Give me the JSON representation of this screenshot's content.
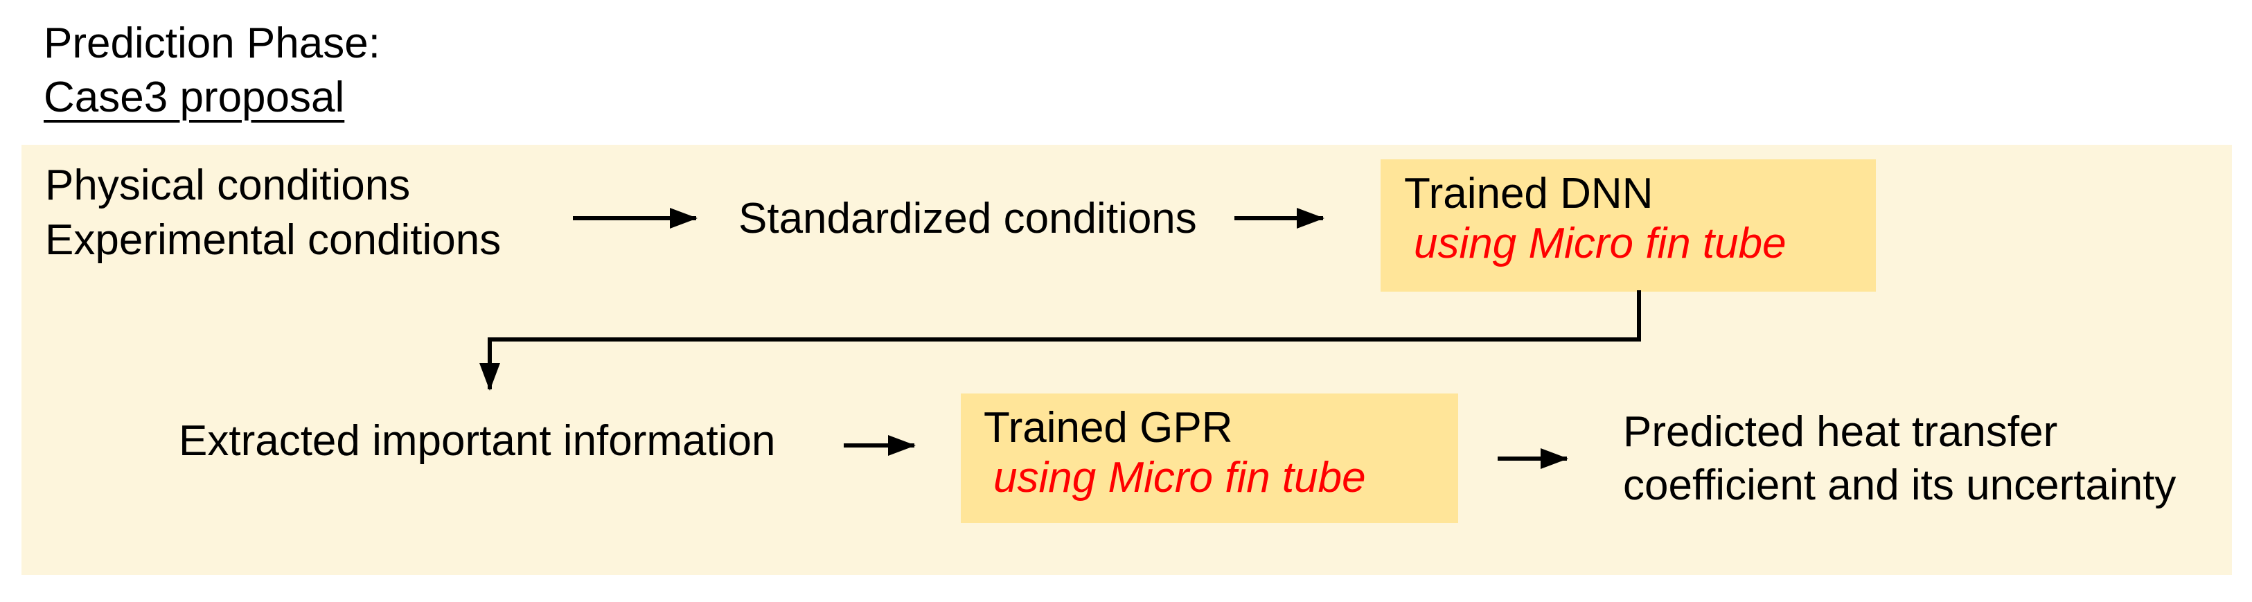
{
  "title": {
    "line1": "Prediction Phase:",
    "line2": "Case3 proposal"
  },
  "diagram": {
    "inputs": {
      "line1": "Physical conditions",
      "line2": "Experimental conditions"
    },
    "standardized_label": "Standardized conditions",
    "dnn_box": {
      "title": "Trained DNN",
      "subtitle": "using Micro fin tube"
    },
    "extracted_label": "Extracted important information",
    "gpr_box": {
      "title": "Trained GPR",
      "subtitle": "using Micro fin tube"
    },
    "output": {
      "line1": "Predicted heat transfer",
      "line2": "coefficient and its uncertainty"
    }
  },
  "colors": {
    "page_bg": "#FFFFFF",
    "panel_bg": "#FDF5DC",
    "highlight_box_bg": "#FFE599",
    "emphasis_red": "#FF0000",
    "text_black": "#000000",
    "arrow_black": "#000000"
  }
}
